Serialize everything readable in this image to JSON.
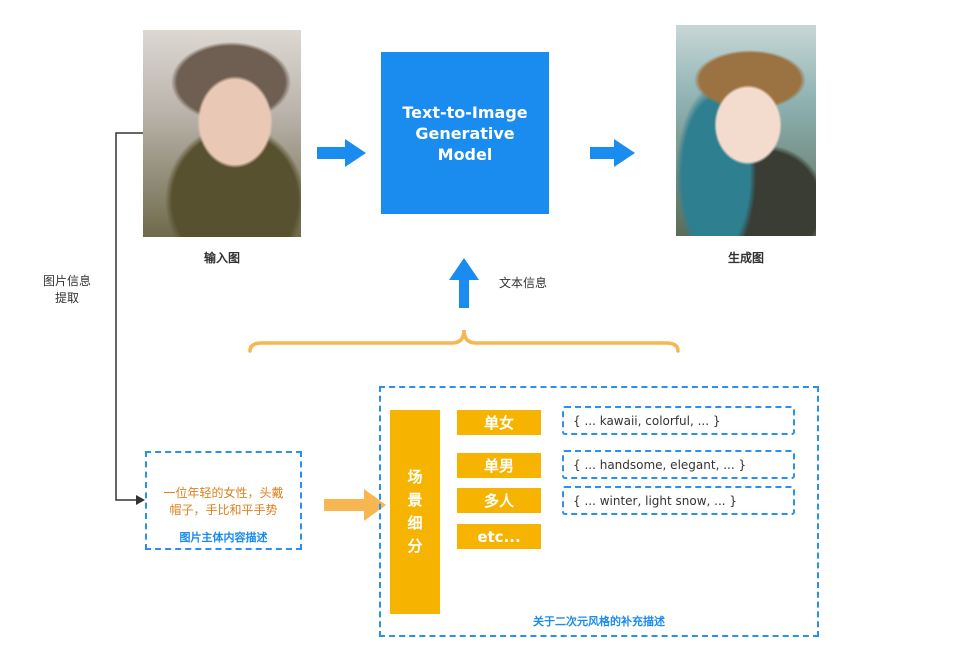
{
  "input_caption": "输入图",
  "output_caption": "生成图",
  "model_label": "Text-to-Image\nGenerative\nModel",
  "text_info_label": "文本信息",
  "extract_label": "图片信息\n提取",
  "subject_description": {
    "text": "一位年轻的女性，头戴\n帽子，手比和平手势",
    "title": "图片主体内容描述"
  },
  "style_section": {
    "title": "关于二次元风格的补充描述",
    "scene_label": "场景细分",
    "categories": [
      "单女",
      "单男",
      "多人",
      "etc..."
    ],
    "tags": [
      "{ ... kawaii, colorful,  ... }",
      "{ ... handsome, elegant, ... }",
      "{ ... winter, light snow, ... }"
    ]
  },
  "colors": {
    "primary_blue": "#1a8cef",
    "accent_orange": "#f6b400",
    "brace_orange": "#f7b64f",
    "text_orange": "#e08020"
  }
}
